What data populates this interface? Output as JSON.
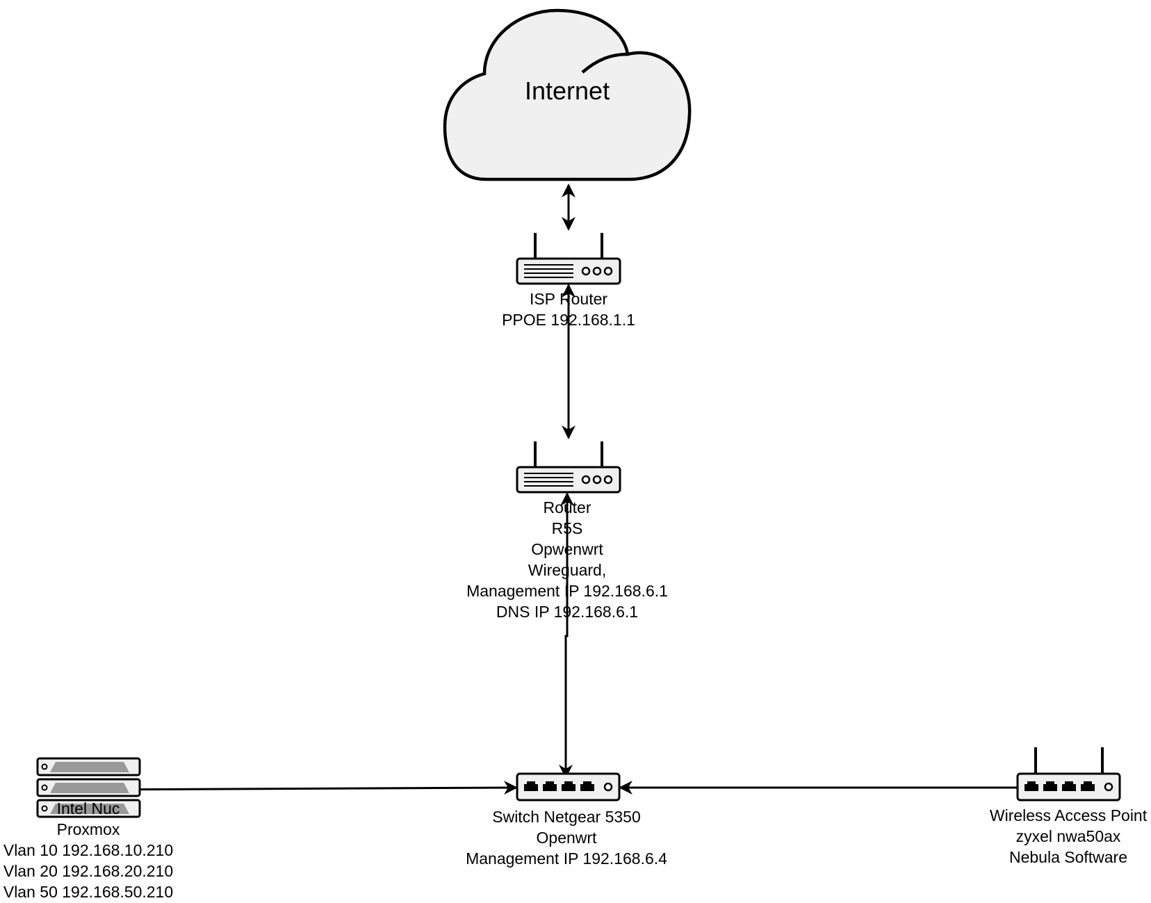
{
  "colors": {
    "stroke": "#000000",
    "cloud_fill": "#f0f0f0",
    "device_fill": "#f0f0f0",
    "server_stripe": "#999999",
    "background": "#ffffff"
  },
  "cloud": {
    "icon": "cloud-icon",
    "label": "Internet"
  },
  "isp_router": {
    "icon": "router-icon",
    "lines": [
      "ISP Router",
      "PPOE 192.168.1.1"
    ]
  },
  "router": {
    "icon": "router-icon",
    "lines": [
      "Router",
      "R5S",
      "Opwenwrt",
      "Wireguard,",
      "Management IP 192.168.6.1",
      "DNS IP 192.168.6.1"
    ]
  },
  "switch": {
    "icon": "switch-icon",
    "lines": [
      "Switch Netgear 5350",
      "Openwrt",
      "Management IP 192.168.6.4"
    ]
  },
  "server": {
    "icon": "server-rack-icon",
    "lines": [
      "Intel Nuc",
      "Proxmox",
      "Vlan 10 192.168.10.210",
      "Vlan 20 192.168.20.210",
      "Vlan 50 192.168.50.210"
    ]
  },
  "access_point": {
    "icon": "wireless-access-point-icon",
    "lines": [
      "Wireless Access Point",
      "zyxel nwa50ax",
      "Nebula Software"
    ]
  }
}
